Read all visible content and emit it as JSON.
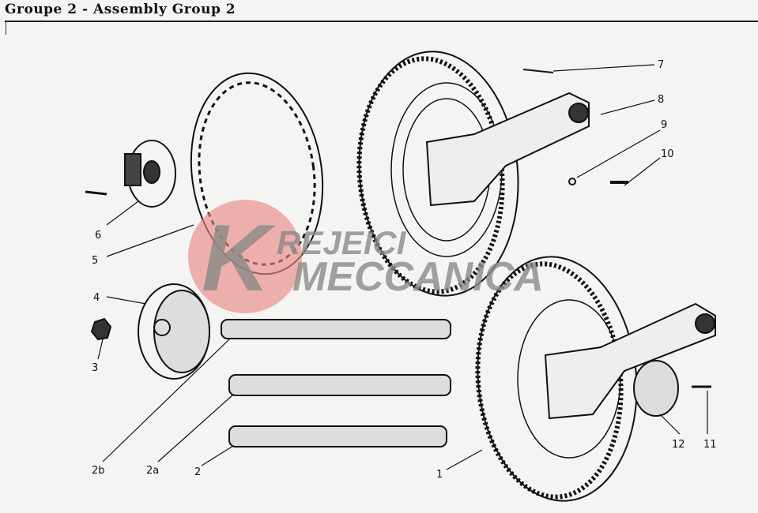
{
  "header": {
    "title": "Groupe 2  -  Assembly Group 2"
  },
  "callouts": [
    "7",
    "8",
    "9",
    "10",
    "6",
    "5",
    "4",
    "3",
    "2b",
    "2a",
    "2",
    "1",
    "12",
    "11"
  ],
  "watermark": {
    "line1": "REJEICI",
    "line2": "MECCANICA",
    "logo_letter": "K",
    "logo_color": "#e88a86"
  }
}
